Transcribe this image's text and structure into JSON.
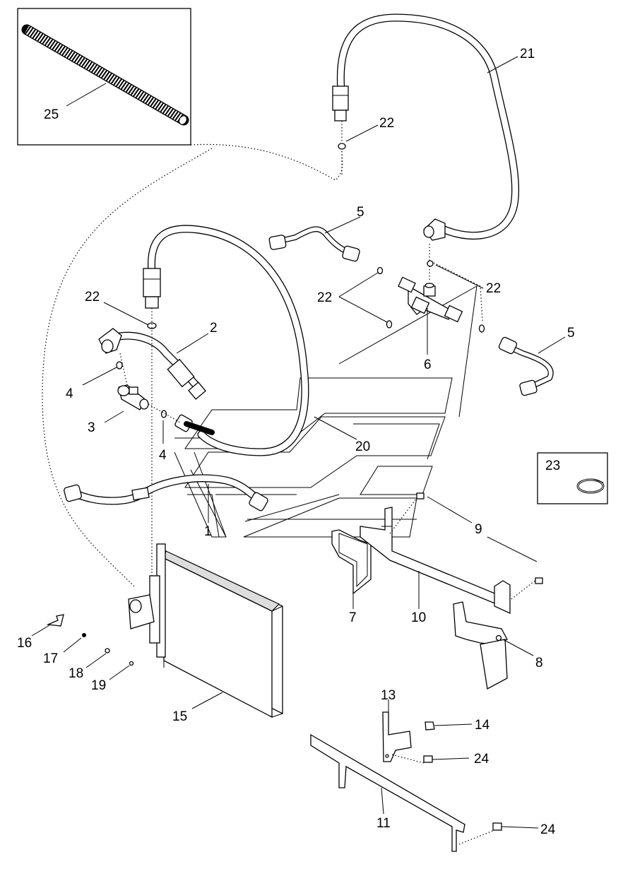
{
  "callouts": {
    "c1": "1",
    "c2": "2",
    "c3": "3",
    "c4a": "4",
    "c4b": "4",
    "c5a": "5",
    "c5b": "5",
    "c6": "6",
    "c7": "7",
    "c8": "8",
    "c9": "9",
    "c10": "10",
    "c11": "11",
    "c13": "13",
    "c14": "14",
    "c15": "15",
    "c16": "16",
    "c17": "17",
    "c18": "18",
    "c19": "19",
    "c20": "20",
    "c21": "21",
    "c22a": "22",
    "c22b": "22",
    "c22c": "22",
    "c22d": "22",
    "c23": "23",
    "c24a": "24",
    "c24b": "24",
    "c25": "25"
  }
}
